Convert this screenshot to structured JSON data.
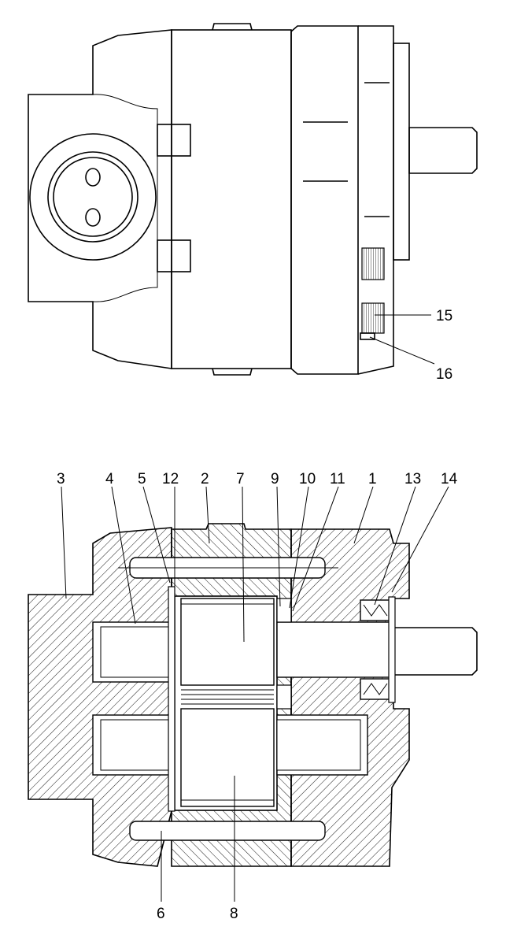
{
  "colors": {
    "line": "#000000",
    "background": "#ffffff"
  },
  "top_view": {
    "labels": [
      {
        "id": "15",
        "text": "15"
      },
      {
        "id": "16",
        "text": "16"
      }
    ]
  },
  "section_view": {
    "labels": [
      {
        "id": "3",
        "text": "3"
      },
      {
        "id": "4",
        "text": "4"
      },
      {
        "id": "5",
        "text": "5"
      },
      {
        "id": "12",
        "text": "12"
      },
      {
        "id": "2",
        "text": "2"
      },
      {
        "id": "7",
        "text": "7"
      },
      {
        "id": "9",
        "text": "9"
      },
      {
        "id": "10",
        "text": "10"
      },
      {
        "id": "11",
        "text": "11"
      },
      {
        "id": "1",
        "text": "1"
      },
      {
        "id": "13",
        "text": "13"
      },
      {
        "id": "14",
        "text": "14"
      },
      {
        "id": "6",
        "text": "6"
      },
      {
        "id": "8",
        "text": "8"
      }
    ]
  }
}
